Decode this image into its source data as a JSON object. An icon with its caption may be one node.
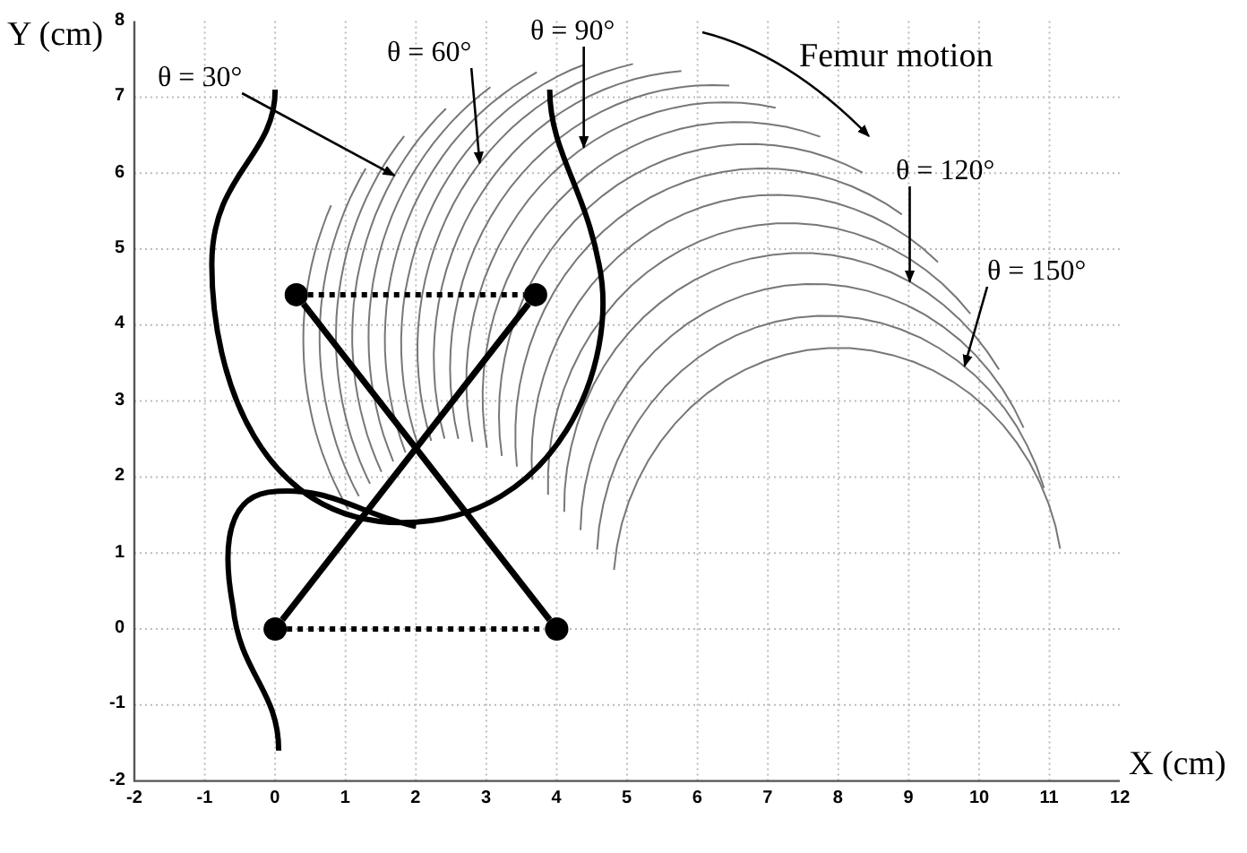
{
  "diagram": {
    "nodes": [
      {
        "text": [
          "θ = 30°"
        ]
      },
      {
        "text": [
          "θ = 60°"
        ]
      },
      {
        "text": [
          "θ = 90°"
        ]
      },
      {
        "text": [
          "θ = 120°"
        ]
      },
      {
        "text": [
          "θ = 150°"
        ]
      },
      {
        "text": [],
        "shape": "circle"
      },
      {
        "text": [],
        "shape": "circle"
      },
      {
        "text": [],
        "shape": "circle"
      },
      {
        "text": [],
        "shape": "circle"
      }
    ],
    "edges": [
      {
        "from": 0,
        "to": null,
        "arrow": "to"
      },
      {
        "from": 1,
        "to": null,
        "arrow": "to"
      },
      {
        "from": 2,
        "to": null,
        "arrow": "to"
      },
      {
        "from": 3,
        "to": null,
        "arrow": "to"
      },
      {
        "from": 4,
        "to": null,
        "arrow": "to"
      },
      {
        "from": 5,
        "to": 6,
        "arrow": "none",
        "style": "dashed"
      },
      {
        "from": 7,
        "to": 8,
        "arrow": "none",
        "style": "dashed"
      },
      {
        "from": 5,
        "to": 8,
        "arrow": "none",
        "style": "thick"
      },
      {
        "from": 6,
        "to": 7,
        "arrow": "none",
        "style": "thick"
      }
    ],
    "labels": [
      "Y (cm)",
      "Femur motion",
      "8",
      "7",
      "6",
      "5",
      "4",
      "3",
      "2",
      "1",
      "0",
      "-1",
      "-2",
      "-2",
      "-1",
      "0",
      "1",
      "2",
      "3",
      "4",
      "5",
      "6",
      "7",
      "8",
      "9",
      "10",
      "11",
      "12",
      "X (cm)"
    ]
  }
}
